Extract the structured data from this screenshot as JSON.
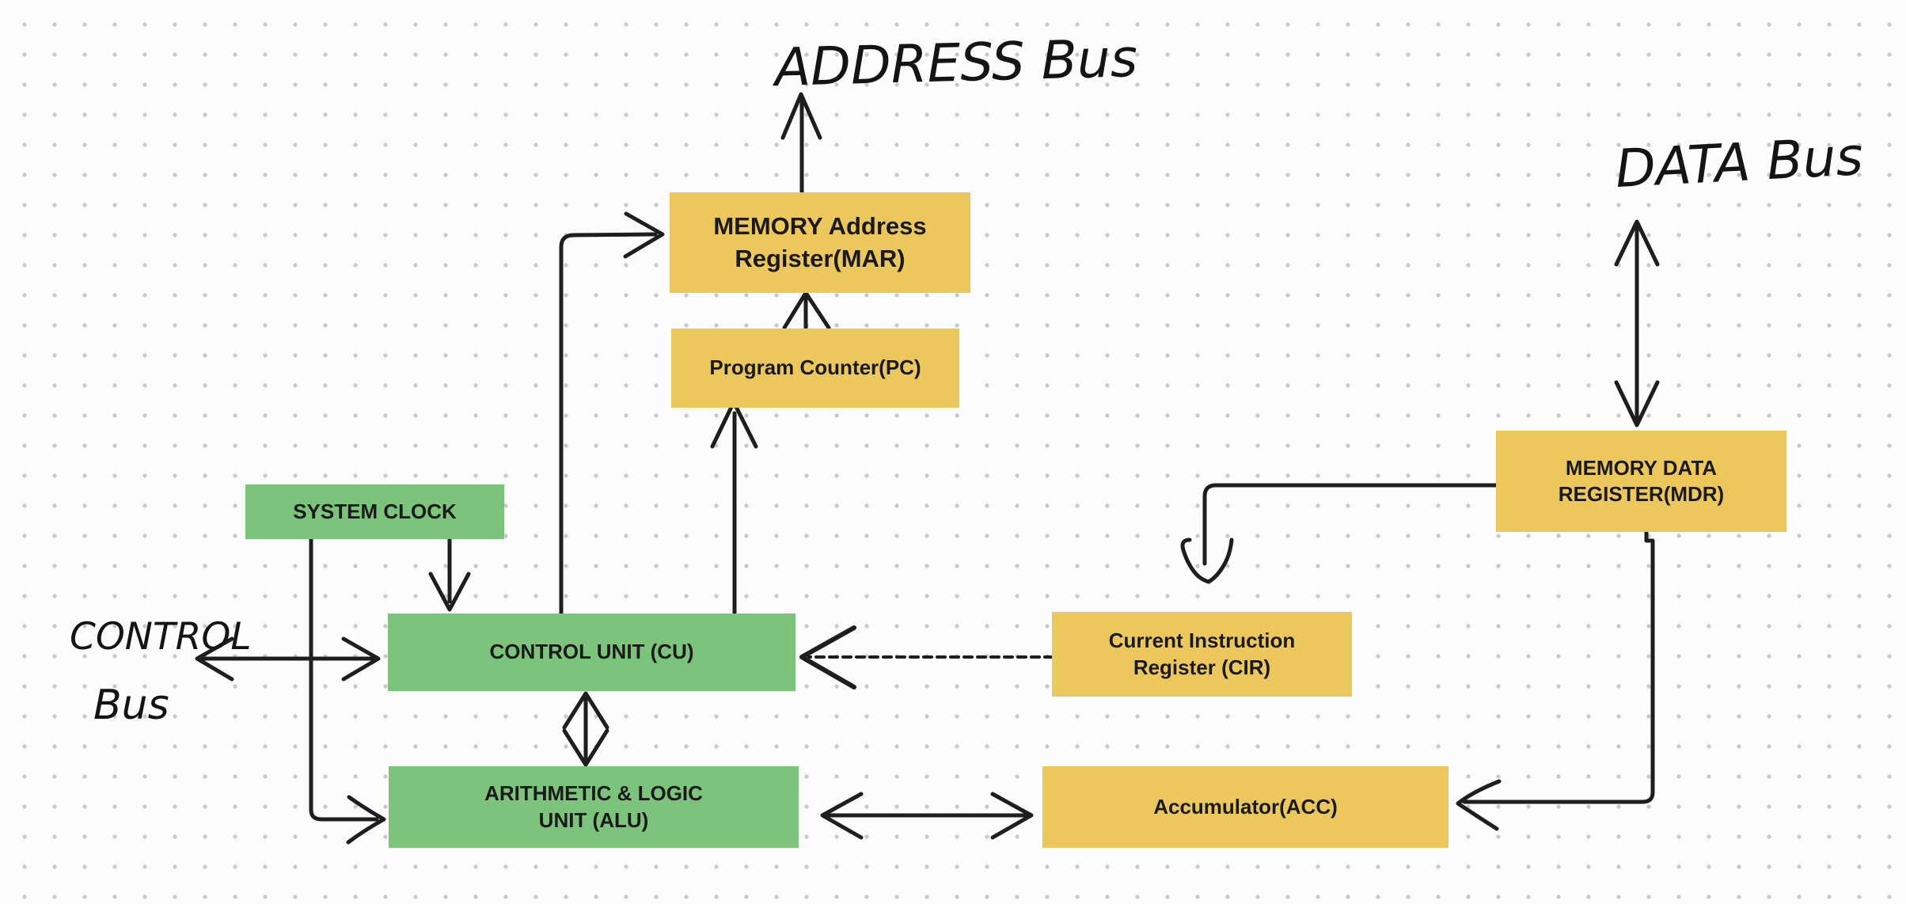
{
  "diagram": {
    "bus_labels": {
      "address": "ADDRESS Bus",
      "data": "DATA Bus",
      "control_line1": "CONTROL",
      "control_line2": "Bus"
    },
    "nodes": {
      "mar": {
        "line1": "MEMORY Address",
        "line2": "Register(MAR)"
      },
      "pc": {
        "line1": "Program Counter(PC)"
      },
      "system_clock": {
        "line1": "SYSTEM CLOCK"
      },
      "cu": {
        "line1": "CONTROL UNIT (CU)"
      },
      "cir": {
        "line1": "Current Instruction",
        "line2": "Register (CIR)"
      },
      "mdr": {
        "line1": "MEMORY DATA",
        "line2": "REGISTER(MDR)"
      },
      "alu": {
        "line1": "ARITHMETIC & LOGIC",
        "line2": "UNIT (ALU)"
      },
      "acc": {
        "line1": "Accumulator(ACC)"
      }
    },
    "colors": {
      "register_fill": "#ecc85c",
      "unit_fill": "#7cc47b",
      "ink": "#1e1e1e",
      "grid_dot": "#c9c9c9",
      "background": "#fcfcfc"
    }
  }
}
